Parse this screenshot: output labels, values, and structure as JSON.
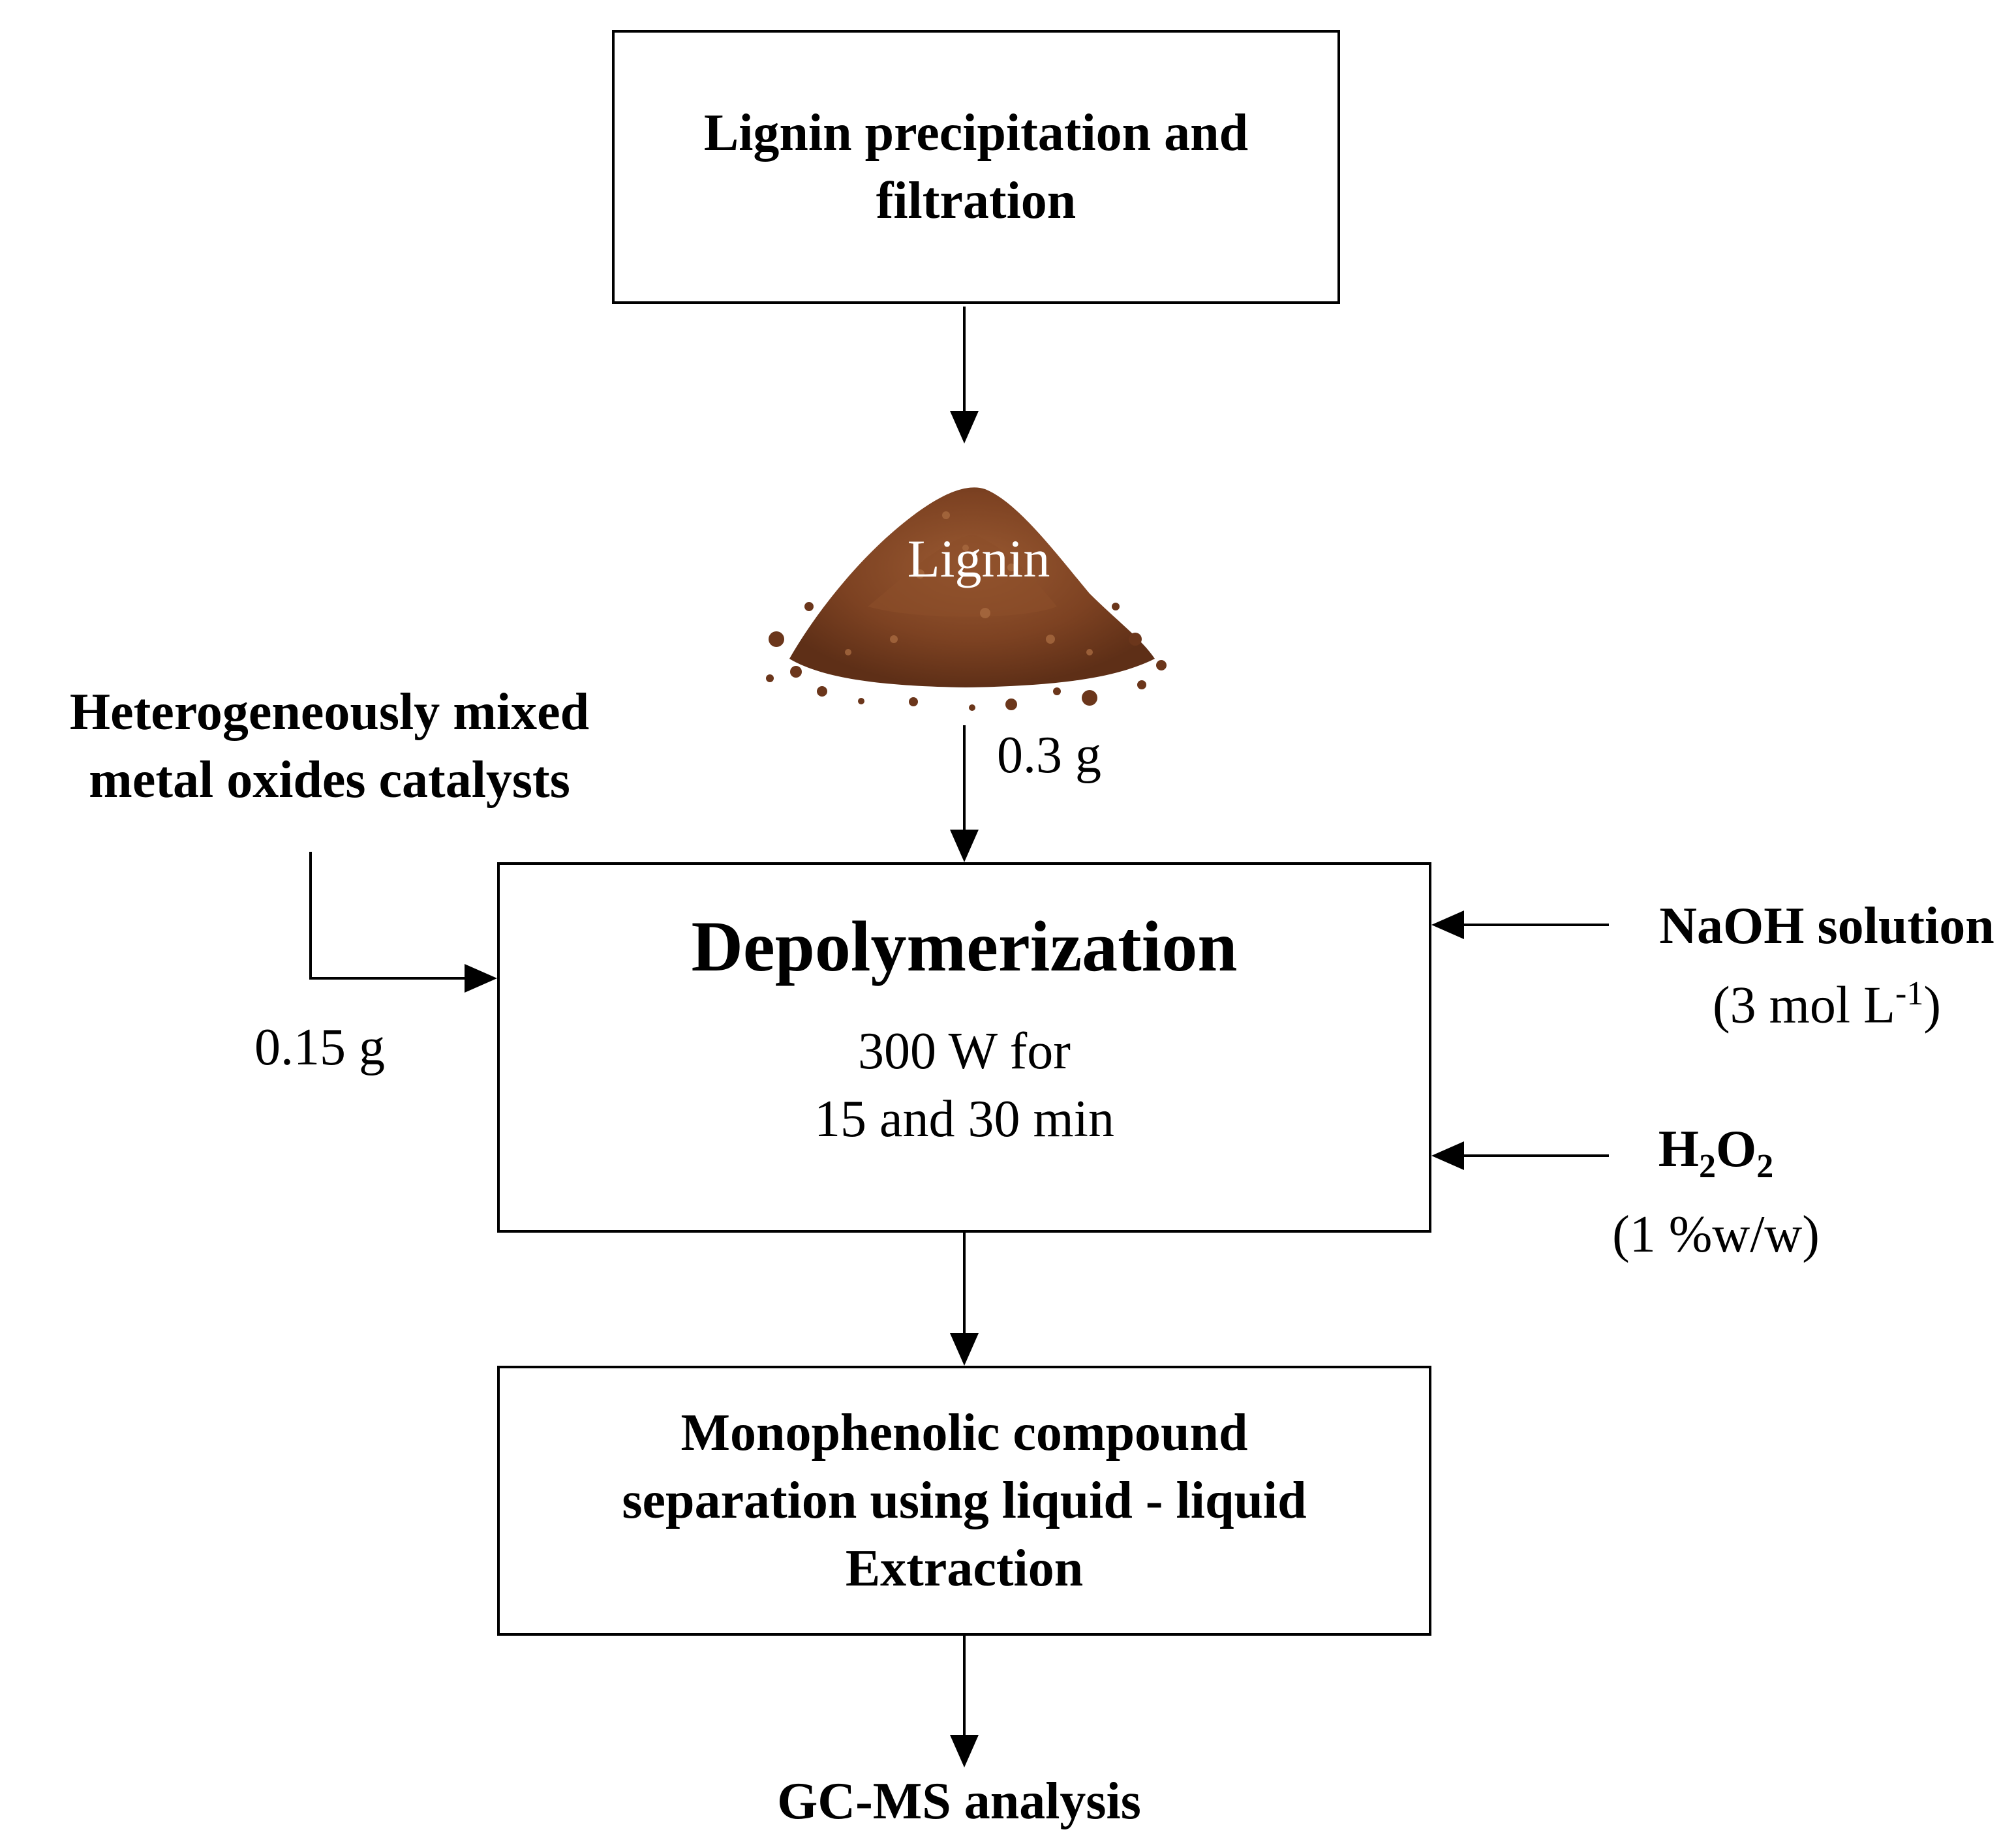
{
  "top_box": {
    "lines": [
      "Lignin precipitation and",
      "filtration"
    ]
  },
  "lignin": {
    "label": "Lignin",
    "mass": "0.3 g"
  },
  "catalyst": {
    "lines": [
      "Heterogeneously mixed",
      "metal oxides catalysts"
    ],
    "mass": "0.15 g"
  },
  "depolymerization": {
    "title": "Depolymerization",
    "lines": [
      "300 W for",
      "15 and 30 min"
    ]
  },
  "naoh": {
    "name": "NaOH solution",
    "conc_prefix": "(3 mol L",
    "conc_sup": "-1",
    "conc_suffix": ")"
  },
  "h2o2": {
    "h": "H",
    "sub1": "2",
    "o": "O",
    "sub2": "2",
    "conc": "(1 %w/w)"
  },
  "separation": {
    "lines": [
      "Monophenolic compound",
      "separation using liquid - liquid",
      "Extraction"
    ]
  },
  "analysis": {
    "label": "GC-MS analysis"
  },
  "colors": {
    "powder": "#8a4a26",
    "powder_dark": "#5e2f17",
    "powder_light": "#a86a40"
  }
}
